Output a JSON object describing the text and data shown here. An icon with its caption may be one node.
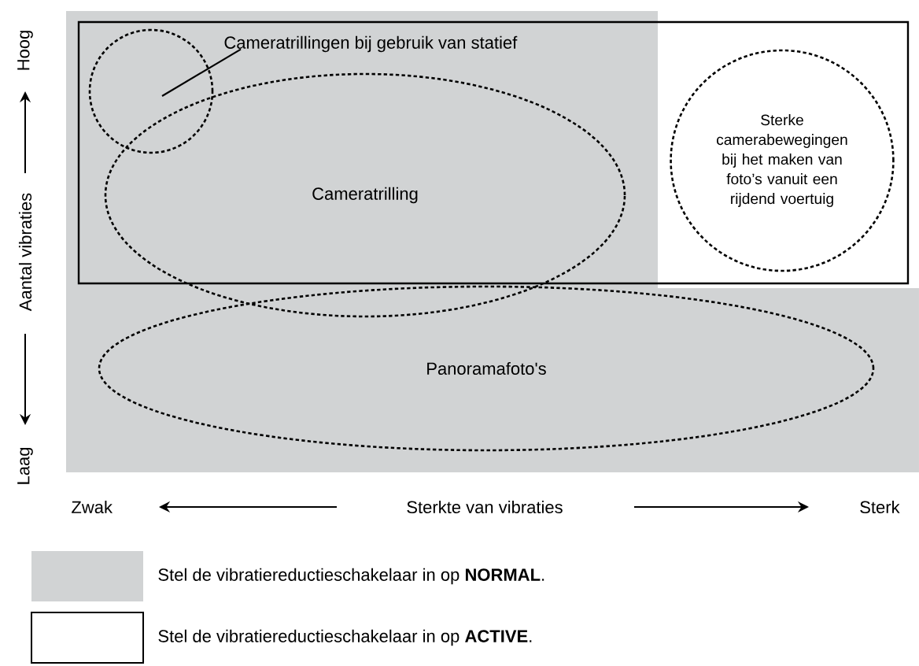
{
  "diagram": {
    "nodes": [
      {
        "text": [],
        "shape": "circle"
      },
      {
        "text": [
          "Cameratrillingen bij gebruik van statief"
        ]
      },
      {
        "text": [
          "Cameratrilling"
        ]
      },
      {
        "text": [
          "Sterke camerabewegingen bij het maken van foto’s vanuit een rijdend voertuig"
        ]
      },
      {
        "text": [
          "Panoramafoto's"
        ]
      }
    ],
    "edges": [
      {
        "from": 1,
        "to": 0,
        "arrow": "none"
      }
    ],
    "labels": [
      "Hoog",
      "Aantal vibraties",
      "Laag",
      "Zwak",
      "Sterkte van vibraties",
      "Sterk"
    ],
    "legend": [
      {
        "text": "Stel de vibratiereductieschakelaar in op **NORMAL**.",
        "color": "#d1d3d4"
      },
      {
        "text": "Stel de vibratiereductieschakelaar in op **ACTIVE**."
      }
    ]
  }
}
